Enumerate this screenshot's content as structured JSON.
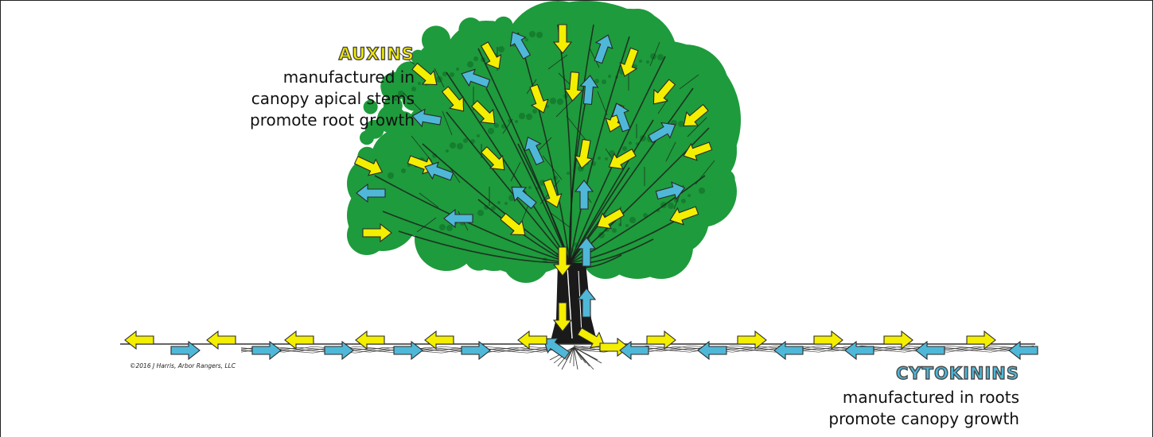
{
  "auxins": {
    "title": "AUXINS",
    "lines": [
      "manufactured in",
      "canopy apical stems",
      "promote root growth"
    ]
  },
  "cytokinins": {
    "title": "CYTOKININS",
    "lines": [
      "manufactured in roots",
      "promote canopy growth"
    ]
  },
  "copyright": "©2016 J Harris, Arbor Rangers, LLC",
  "colors": {
    "auxin_arrow": "#f4ee00",
    "cytokinin_arrow": "#4fb8d8",
    "foliage": "#1e9b3c",
    "foliage_dark": "#0f6b27",
    "trunk": "#1a1a1a",
    "title_text": "#f4ee00",
    "title_text_alt": "#4fb8d8"
  }
}
